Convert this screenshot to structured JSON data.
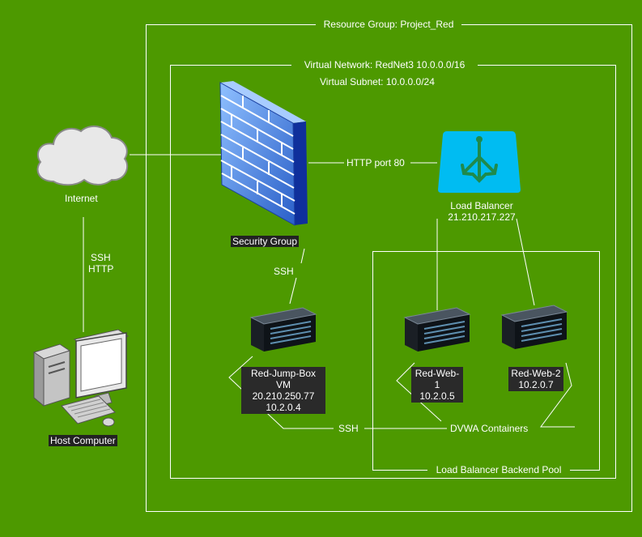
{
  "resource_group": {
    "label": "Resource Group: Project_Red"
  },
  "virtual_network": {
    "label": "Virtual Network: RedNet3 10.0.0.0/16"
  },
  "virtual_subnet": {
    "label": "Virtual Subnet: 10.0.0.0/24"
  },
  "backend_pool": {
    "label": "Load Balancer Backend Pool"
  },
  "internet": {
    "label": "Internet"
  },
  "security_group": {
    "label": "Security Group"
  },
  "load_balancer": {
    "line1": "Load Balancer",
    "line2": "21.210.217.227"
  },
  "jump_box": {
    "line1": "Red-Jump-Box VM",
    "line2": "20.210.250.77",
    "line3": "10.2.0.4"
  },
  "web1": {
    "line1": "Red-Web-1",
    "line2": "10.2.0.5"
  },
  "web2": {
    "line1": "Red-Web-2",
    "line2": "10.2.0.7"
  },
  "host": {
    "label": "Host Computer"
  },
  "connections": {
    "internet_host_line1": "SSH",
    "internet_host_line2": "HTTP",
    "sg_lb": "HTTP port 80",
    "sg_jump": "SSH",
    "jump_containers": "SSH",
    "containers": "DVWA Containers"
  },
  "icons": {
    "cloud": "cloud-icon",
    "firewall": "firewall-brick-wall-icon",
    "load_balancer": "load-balancer-icon",
    "server": "server-icon",
    "desktop": "desktop-computer-icon"
  },
  "colors": {
    "background": "#4d9900",
    "line": "#ffffff",
    "label_background": "#2a2a2a",
    "load_balancer": "#00bcf2",
    "firewall": "#3a78d8"
  }
}
